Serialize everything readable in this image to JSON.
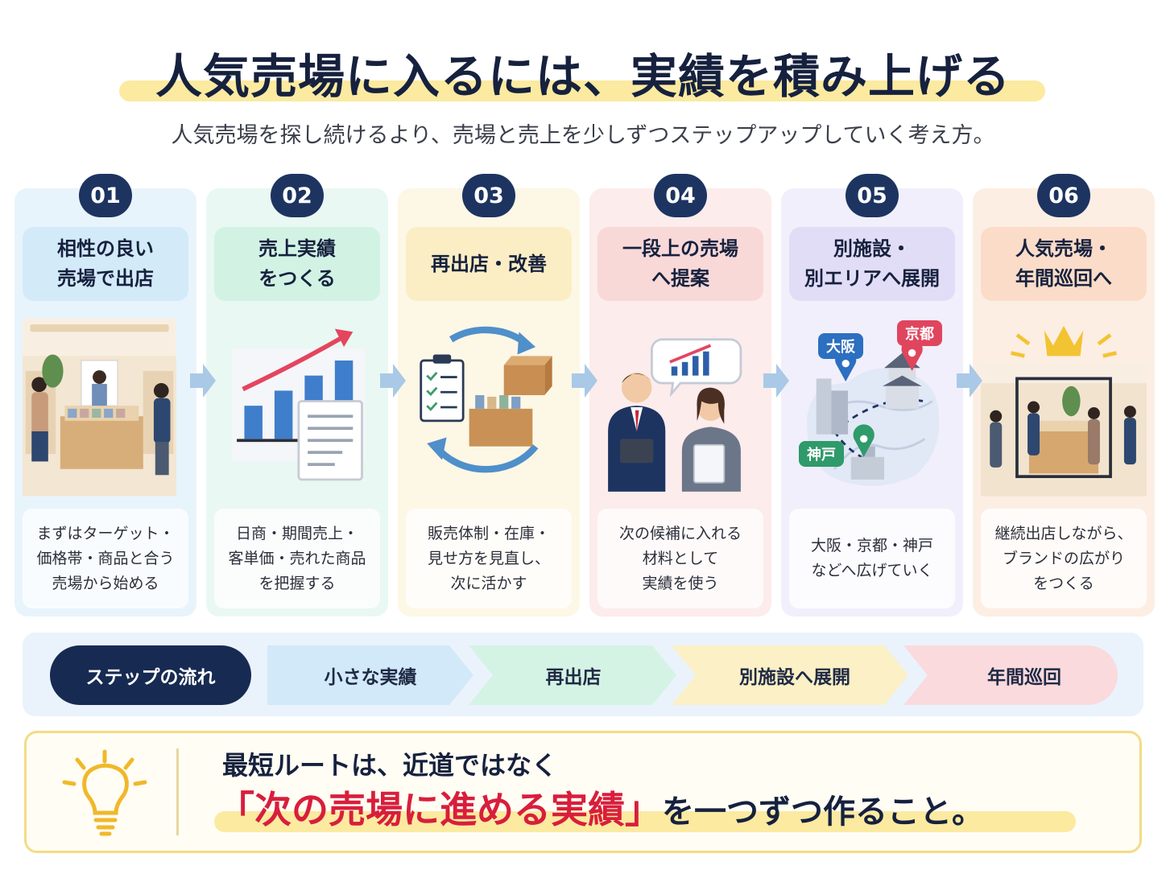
{
  "title": "人気売場に入るには、実績を積み上げる",
  "subtitle": "人気売場を探し続けるより、売場と売上を少しずつステップアップしていく考え方。",
  "steps": [
    {
      "number": "01",
      "heading": "相性の良い\n売場で出店",
      "description": "まずはターゲット・\n価格帯・商品と合う\n売場から始める",
      "bg": "#e8f4fc",
      "head_bg": "#d3eaf9",
      "illustration": "popup-store-booth"
    },
    {
      "number": "02",
      "heading": "売上実績\nをつくる",
      "description": "日商・期間売上・\n客単価・売れた商品\nを把握する",
      "bg": "#e9f8f2",
      "head_bg": "#d2f2e4",
      "illustration": "rising-bar-chart-report"
    },
    {
      "number": "03",
      "heading": "再出店・改善",
      "description": "販売体制・在庫・\n見せ方を見直し、\n次に活かす",
      "bg": "#fdf7e6",
      "head_bg": "#fbeec4",
      "illustration": "checklist-cycle-arrows"
    },
    {
      "number": "04",
      "heading": "一段上の売場\nへ提案",
      "description": "次の候補に入れる\n材料として\n実績を使う",
      "bg": "#fcecec",
      "head_bg": "#f9d8d8",
      "illustration": "business-proposal-meeting"
    },
    {
      "number": "05",
      "heading": "別施設・\n別エリアへ展開",
      "description": "大阪・京都・神戸\nなどへ広げていく",
      "bg": "#f1effb",
      "head_bg": "#e2ddf6",
      "illustration": "kansai-area-map",
      "map_labels": {
        "osaka": "大阪",
        "kyoto": "京都",
        "kobe": "神戸"
      }
    },
    {
      "number": "06",
      "heading": "人気売場・\n年間巡回へ",
      "description": "継続出店しながら、\nブランドの広がり\nをつくる",
      "bg": "#fdeee4",
      "head_bg": "#fbdcc8",
      "illustration": "crowned-popular-store"
    }
  ],
  "flow": {
    "label": "ステップの流れ",
    "items": [
      {
        "text": "小さな実績",
        "color": "#d2e9fa"
      },
      {
        "text": "再出店",
        "color": "#d4f3e5"
      },
      {
        "text": "別施設へ展開",
        "color": "#fbf0c6"
      },
      {
        "text": "年間巡回",
        "color": "#fadadd"
      }
    ]
  },
  "conclusion": {
    "line1": "最短ルートは、近道ではなく",
    "line2_emphasis": "「次の売場に進める実績」",
    "line2_rest": "を一つずつ作ること。"
  },
  "colors": {
    "navy": "#1d3461",
    "accent_red": "#d81e3c",
    "highlight": "#fbeaa0"
  }
}
